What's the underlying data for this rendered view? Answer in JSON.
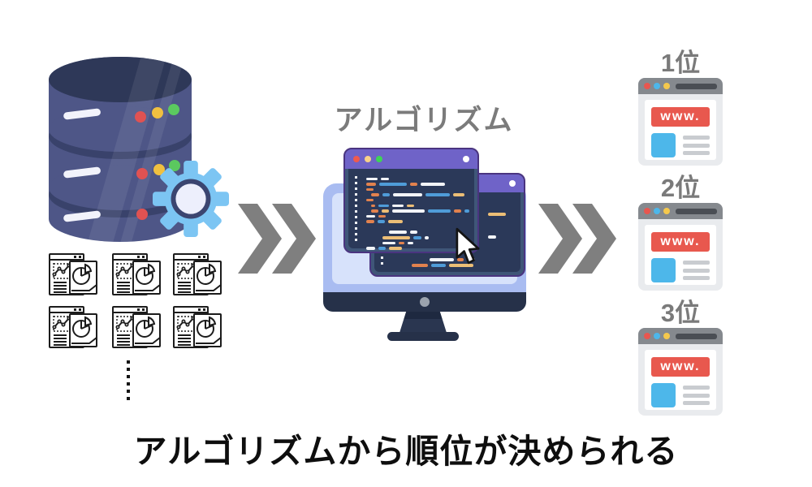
{
  "title": "アルゴリズム",
  "caption": "アルゴリズムから順位が決められる",
  "ranks": [
    {
      "label": "1位"
    },
    {
      "label": "2位"
    },
    {
      "label": "3位"
    }
  ],
  "browser": {
    "url_text": "www."
  },
  "colors": {
    "database_body": "#4e5687",
    "database_top": "#2e3858",
    "database_band": "#39426b",
    "gear_blue": "#7cc5f3",
    "gear_ring": "#3b4570",
    "gear_center": "#edeffc",
    "arrow_gray": "#7f7f7f",
    "monitor_frame": "#a9bcf1",
    "monitor_screen": "#d7e2fb",
    "monitor_bezel": "#263149",
    "window_titlebar": "#6f63c8",
    "window_outline": "#4a3480",
    "code_background": "#2b3959",
    "code_white": "#f2f4f8",
    "code_orange": "#e2824e",
    "code_blue": "#4f9cd8",
    "code_tan": "#ecbe76",
    "traffic_red": "#ef5a4e",
    "traffic_yellow": "#f8d189",
    "traffic_green": "#3ed357",
    "www_red": "#e8584e",
    "thumb_blue": "#4db7ea",
    "browser_bar_gray": "#85898e",
    "title_gray": "#7b7b7b",
    "caption_black": "#0e0e0e"
  },
  "code": {
    "front_rows": [
      {
        "i": 2,
        "s": [
          [
            "w",
            14
          ],
          [
            "w",
            10
          ]
        ]
      },
      {
        "i": 2,
        "s": [
          [
            "o",
            12
          ],
          [
            "b",
            34
          ],
          [
            "o",
            9
          ],
          [
            "w",
            30
          ]
        ]
      },
      {
        "i": 2,
        "s": [
          [
            "o",
            9
          ]
        ]
      },
      {
        "i": 8,
        "s": [
          [
            "o",
            10
          ],
          [
            "b",
            9
          ],
          [
            "w",
            36
          ],
          [
            "b",
            30
          ],
          [
            "t",
            14
          ]
        ]
      },
      {
        "i": 2,
        "s": [
          [
            "o",
            9
          ]
        ]
      },
      {
        "i": 8,
        "s": [
          [
            "o",
            5
          ],
          [
            "b",
            13
          ],
          [
            "w",
            14
          ],
          [
            "t",
            9
          ]
        ]
      },
      {
        "i": 8,
        "s": [
          [
            "o",
            9
          ],
          [
            "t",
            9
          ],
          [
            "w",
            40
          ],
          [
            "b",
            28
          ],
          [
            "o",
            9
          ],
          [
            "b",
            6
          ]
        ]
      },
      {
        "i": 2,
        "s": [
          [
            "w",
            11
          ],
          [
            "o",
            9
          ]
        ]
      },
      {
        "i": 2,
        "s": [
          [
            "o",
            10
          ],
          [
            "b",
            9
          ],
          [
            "t",
            18
          ]
        ]
      },
      {
        "i": 0,
        "s": []
      },
      {
        "i": 30,
        "s": [
          [
            "w",
            22
          ],
          [
            "w",
            9
          ]
        ]
      },
      {
        "i": 22,
        "s": [
          [
            "t",
            34
          ],
          [
            "b",
            10
          ],
          [
            "w",
            5
          ]
        ]
      },
      {
        "i": 22,
        "s": [
          [
            "w",
            16
          ],
          [
            "o",
            7
          ],
          [
            "w",
            7
          ]
        ]
      },
      {
        "i": 2,
        "s": [
          [
            "w",
            11
          ],
          [
            "b",
            9
          ],
          [
            "t",
            16
          ]
        ]
      },
      {
        "i": 2,
        "s": [
          [
            "o",
            12
          ],
          [
            "b",
            10
          ],
          [
            "t",
            14
          ]
        ]
      }
    ],
    "back_rows": [
      {
        "i": 0,
        "s": []
      },
      {
        "i": 0,
        "s": []
      },
      {
        "i": 120,
        "s": [
          [
            "t",
            22
          ]
        ]
      },
      {
        "i": 0,
        "s": []
      },
      {
        "i": 0,
        "s": []
      },
      {
        "i": 0,
        "s": []
      },
      {
        "i": 120,
        "s": [
          [
            "w",
            10
          ]
        ]
      },
      {
        "i": 0,
        "s": []
      },
      {
        "i": 0,
        "s": []
      },
      {
        "i": 0,
        "s": []
      },
      {
        "i": 48,
        "s": [
          [
            "w",
            30
          ],
          [
            "o",
            8
          ],
          [
            "w",
            10
          ]
        ]
      },
      {
        "i": 26,
        "s": [
          [
            "o",
            20
          ],
          [
            "b",
            18
          ],
          [
            "t",
            30
          ]
        ]
      }
    ]
  }
}
